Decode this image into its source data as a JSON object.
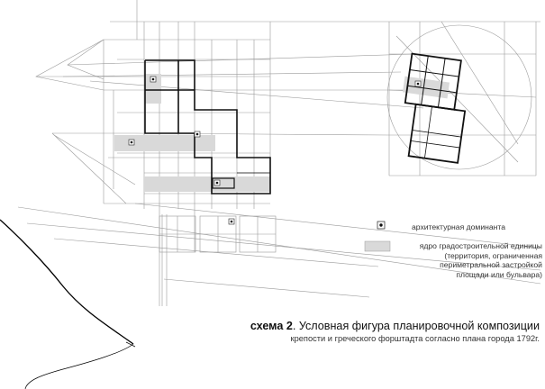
{
  "legend": {
    "dominant_label": "архитектурная доминанта",
    "core_title": "ядро градостроительной единицы",
    "core_desc_1": "(территория, ограниченная",
    "core_desc_2": "периметральной застройкой",
    "core_desc_3": "площади или бульвара)"
  },
  "caption": {
    "scheme_label": "схема 2",
    "title": ". Условная фигура планировочной композиции",
    "subtitle": "крепости и греческого форштадта согласно плана города 1792г."
  },
  "colors": {
    "line_light": "#9a9a9a",
    "line_dark": "#111111",
    "core_fill": "#d9d9d9",
    "shore": "#000000"
  },
  "icons": {
    "dominant": "dotted-square-icon",
    "core": "gray-rect-icon"
  }
}
